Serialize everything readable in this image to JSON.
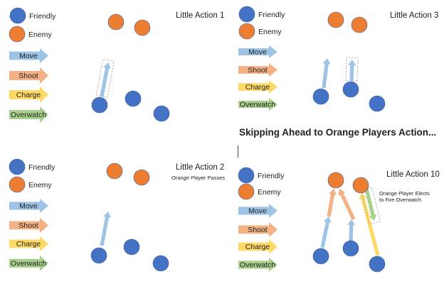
{
  "legend": {
    "friendly": "Friendly",
    "enemy": "Enemy",
    "move": "Move",
    "shoot": "Shoot",
    "charge": "Charge",
    "overwatch": "Overwatch"
  },
  "colors": {
    "friendly": "#4472C4",
    "enemy": "#ED7D31",
    "move": "#9DC3E6",
    "shoot": "#F4B183",
    "charge": "#FFD966",
    "overwatch": "#A9D18E"
  },
  "panels": [
    {
      "title": "Little Action 1",
      "note": []
    },
    {
      "title": "Little Action 3",
      "note": []
    },
    {
      "title": "Little Action 2",
      "note": [
        "Orange Player Passes"
      ]
    },
    {
      "title": "Little Action 10",
      "note": [
        "Orange Player Elects",
        "to Fire Overwatch"
      ]
    }
  ],
  "heading": "Skipping Ahead to Orange Players Action..."
}
